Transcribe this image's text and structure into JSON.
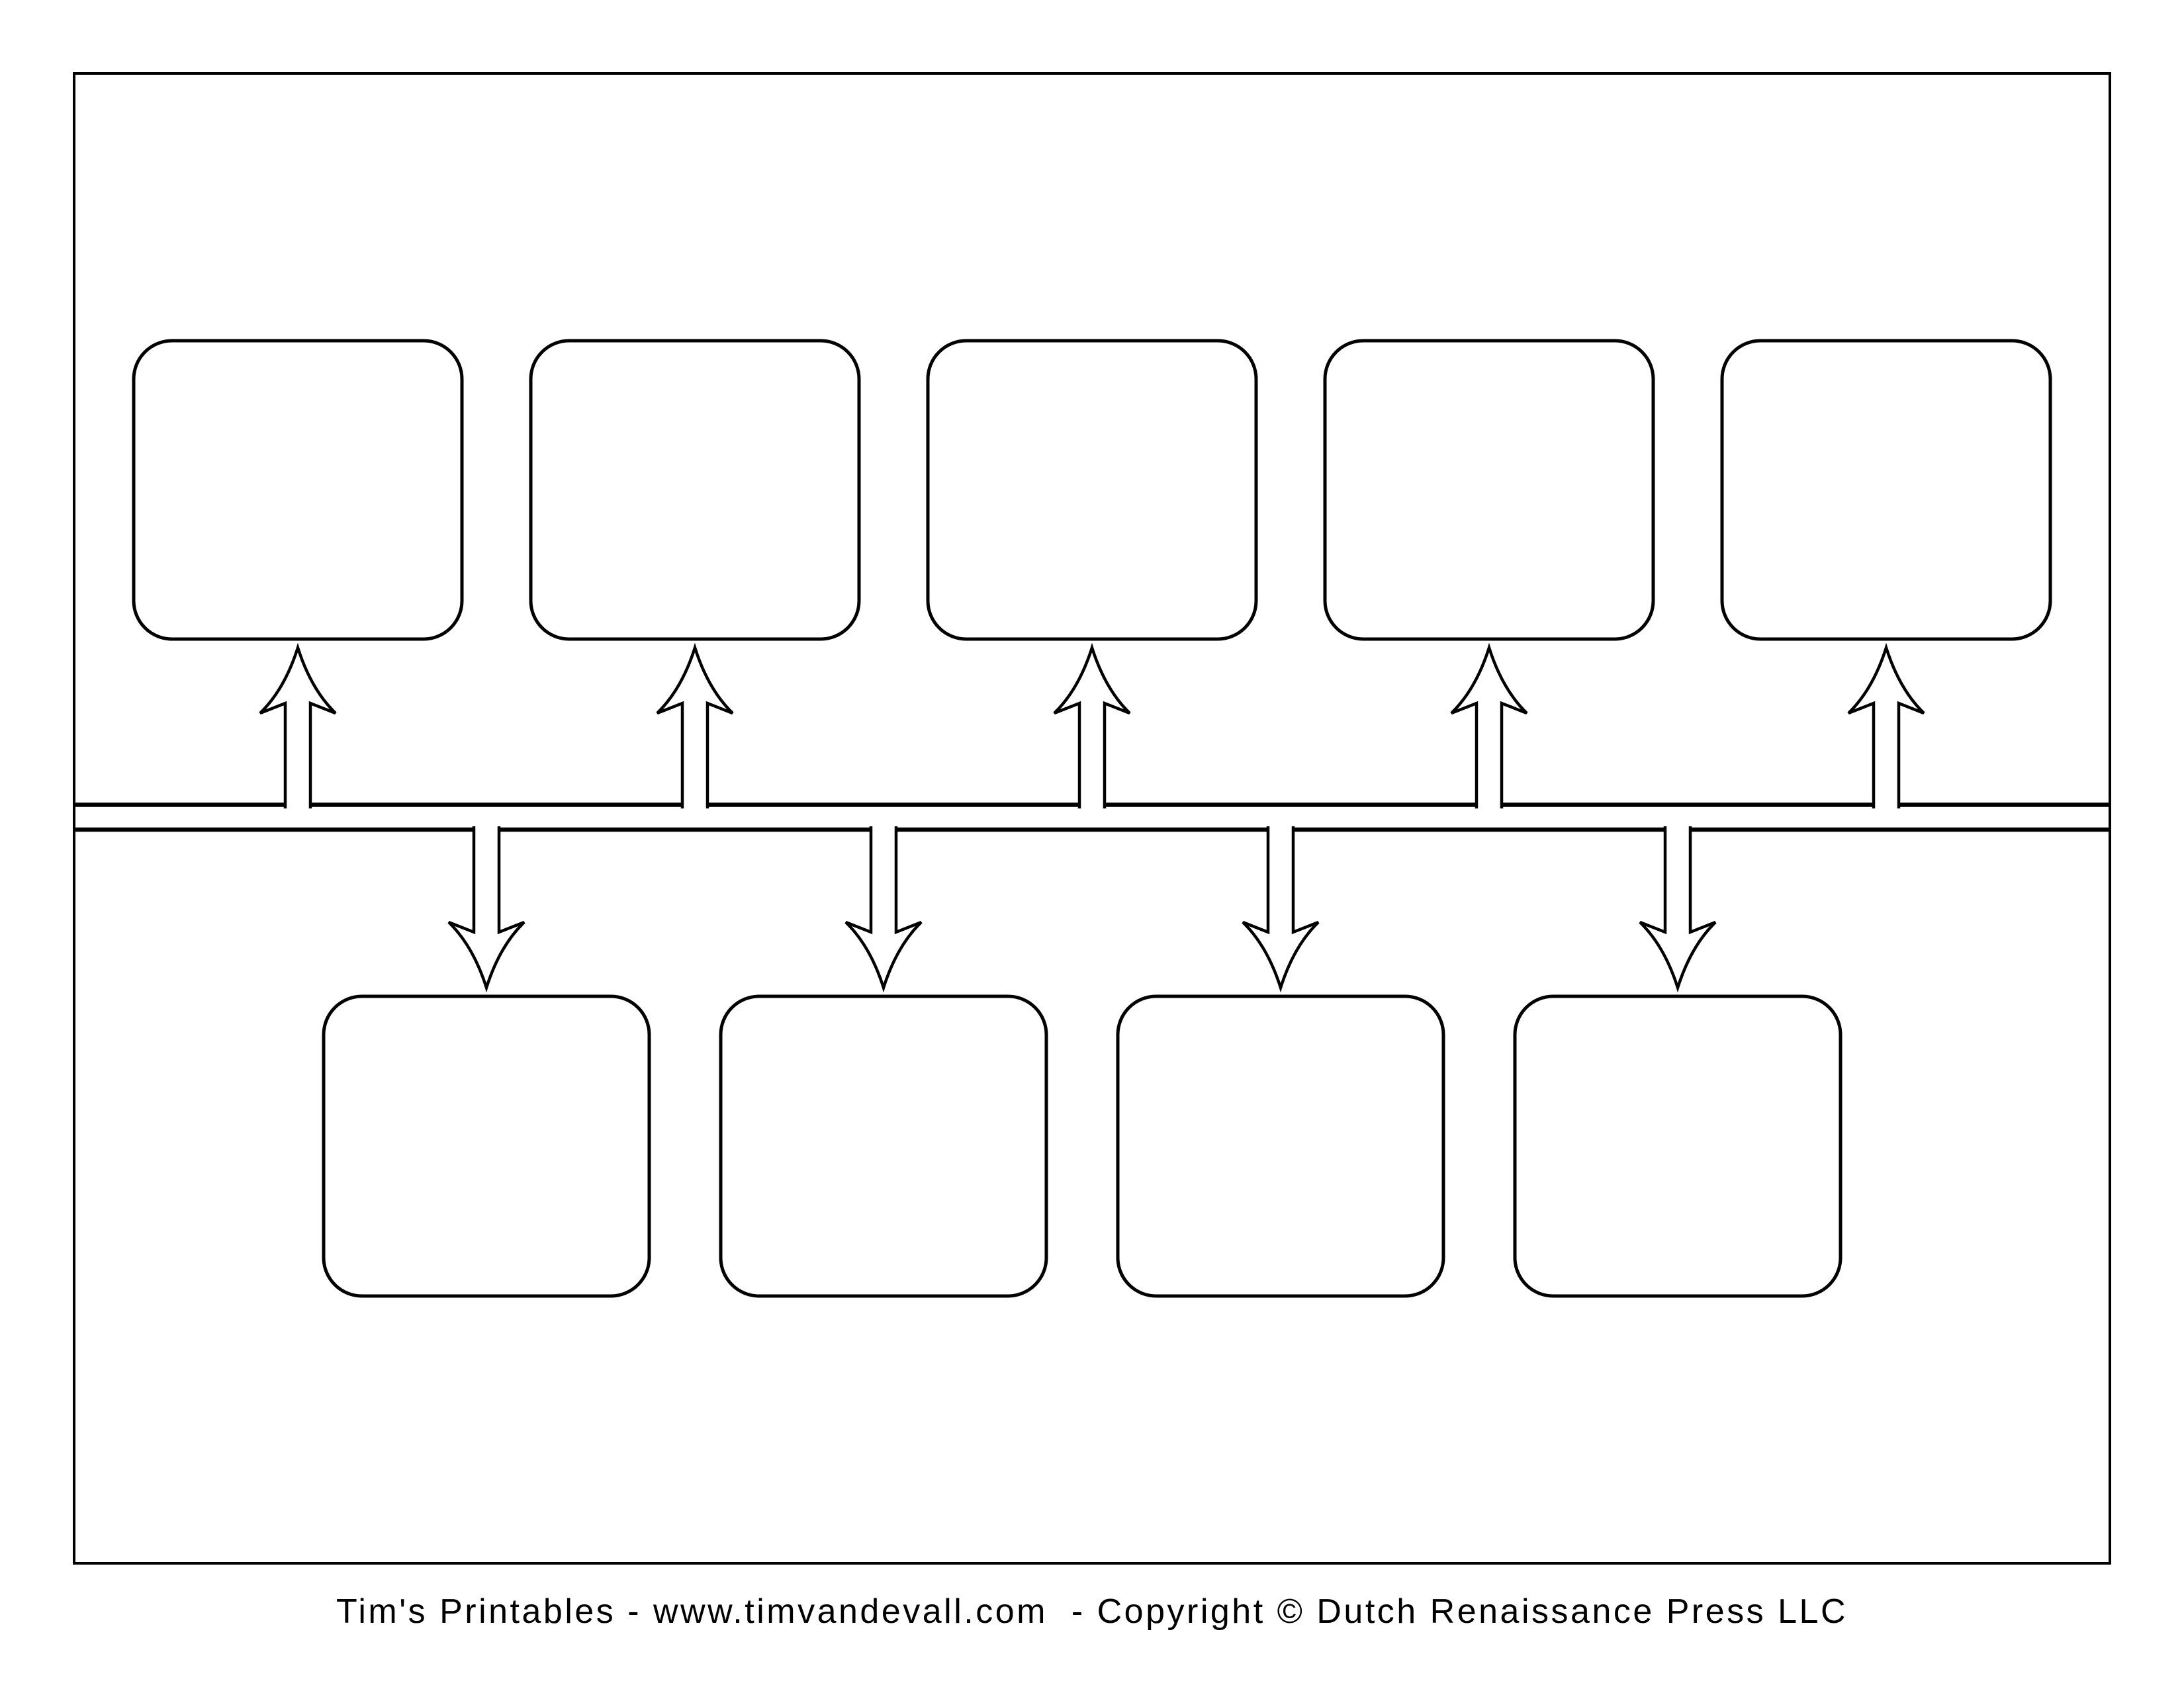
{
  "page": {
    "background": "#ffffff",
    "line_color": "#000000"
  },
  "diagram": {
    "kind": "blank-timeline-template",
    "top_row_box_count": 5,
    "bottom_row_box_count": 4,
    "up_arrow_count": 5,
    "down_arrow_count": 4,
    "boxes_are_empty": true
  },
  "footer": {
    "credit": "Tim's Printables - www.timvandevall.com  - Copyright © Dutch Renaissance Press LLC"
  }
}
